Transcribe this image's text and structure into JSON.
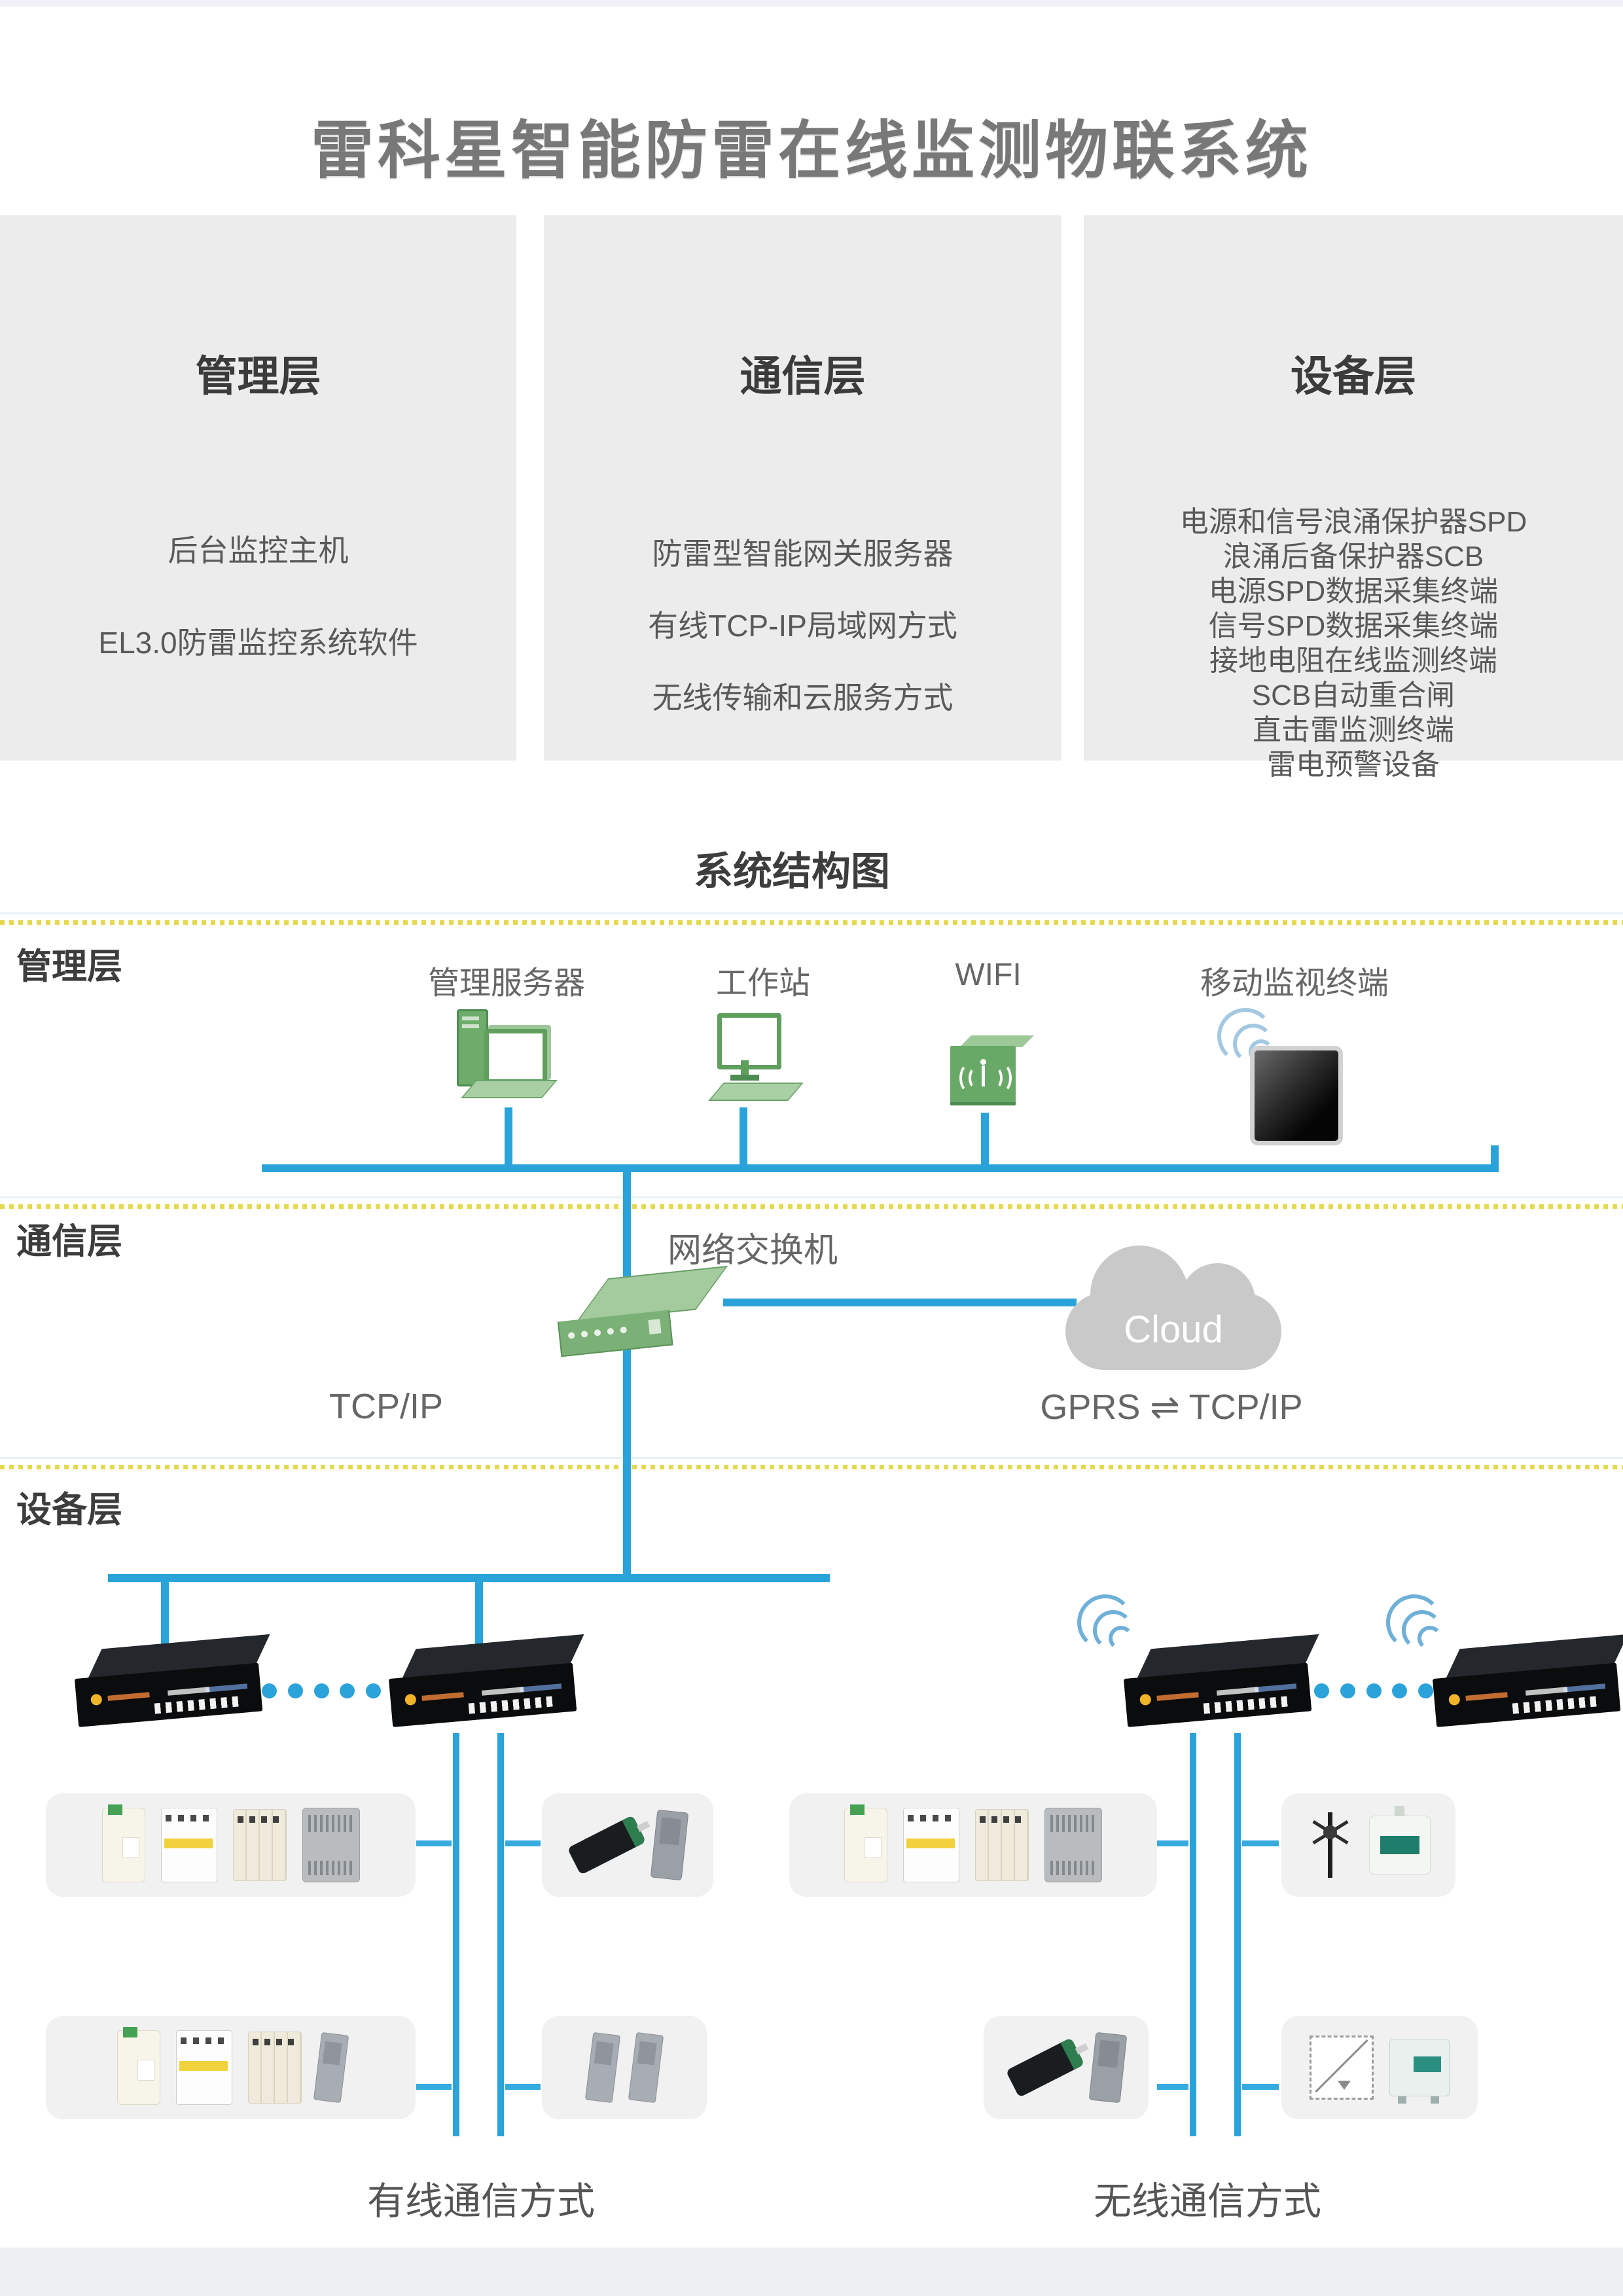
{
  "page": {
    "title": "雷科星智能防雷在线监测物联系统"
  },
  "layer_cards": [
    {
      "title": "管理层",
      "lines": [
        "后台监控主机",
        "EL3.0防雷监控系统软件"
      ]
    },
    {
      "title": "通信层",
      "lines": [
        "防雷型智能网关服务器",
        "有线TCP-IP局域网方式",
        "无线传输和云服务方式"
      ]
    },
    {
      "title": "设备层",
      "lines": [
        "电源和信号浪涌保护器SPD",
        "浪涌后备保护器SCB",
        "电源SPD数据采集终端",
        "信号SPD数据采集终端",
        "接地电阻在线监测终端",
        "SCB自动重合闸",
        "直击雷监测终端",
        "雷电预警设备"
      ]
    }
  ],
  "diagram": {
    "heading": "系统结构图",
    "layer_labels": {
      "management": "管理层",
      "communication": "通信层",
      "device": "设备层"
    },
    "management_nodes": [
      {
        "label": "管理服务器"
      },
      {
        "label": "工作站"
      },
      {
        "label": "WIFI"
      },
      {
        "label": "移动监视终端"
      }
    ],
    "switch_label": "网络交换机",
    "cloud_label": "Cloud",
    "tcpip_label": "TCP/IP",
    "gprs_label": "GPRS",
    "gprs_arrow": "⇌",
    "gprs_tcpip_label": "TCP/IP",
    "wired_label": "有线通信方式",
    "wireless_label": "无线通信方式",
    "icons": {
      "management-server-icon": "green tower pc with monitor",
      "workstation-icon": "green desktop monitor",
      "wifi-access-point-icon": "green box with antenna glyph",
      "mobile-terminal-icon": "dark tablet with wifi waves",
      "network-switch-icon": "green flat switch box with ports",
      "cloud-icon": "gray cloud shape",
      "data-collector-icon": "black acquisition terminal box",
      "wifi-signal-icon": "three radiating arcs",
      "ellipsis-dots": "five blue dots"
    },
    "colors": {
      "line_blue": "#2aa3da",
      "dot_yellow": "#e4d94e",
      "icon_green": "#74ad71",
      "cloud_gray": "#c9c9c9",
      "card_bg": "#ececec",
      "title_gray": "#787878"
    }
  }
}
